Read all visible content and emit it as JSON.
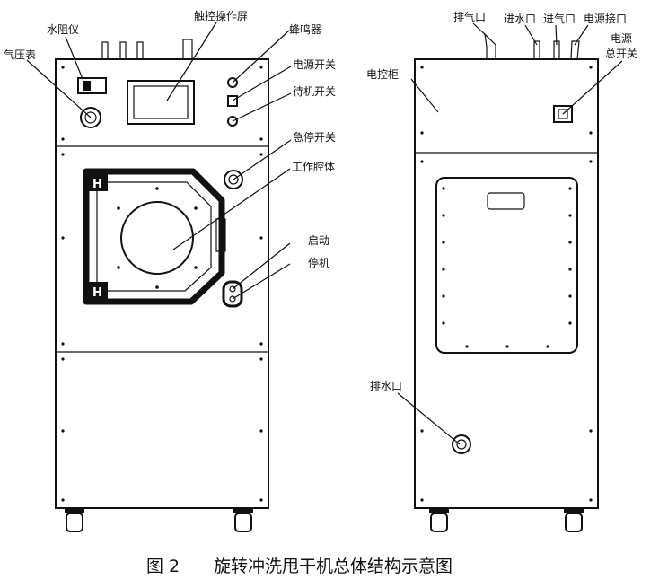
{
  "front_labels": {
    "water_resist": "水阻仪",
    "touch_screen": "触控操作屏",
    "buzzer": "蜂鸣器",
    "pressure_gauge": "气压表",
    "power_switch": "电源开关",
    "standby_switch": "待机开关",
    "emergency_stop": "急停开关",
    "work_chamber": "工作腔体",
    "start": "启动",
    "stop": "停机"
  },
  "back_labels": {
    "exhaust": "排气口",
    "water_inlet": "进水口",
    "air_inlet": "进气口",
    "power_port": "电源接口",
    "main_power_line1": "电源",
    "main_power_line2": "总开关",
    "control_cabinet": "电控柜",
    "drain": "排水口"
  },
  "caption": {
    "figure_no": "图 2",
    "title": "旋转冲洗甩干机总体结构示意图"
  },
  "colors": {
    "line": "#111111",
    "background": "#ffffff"
  }
}
